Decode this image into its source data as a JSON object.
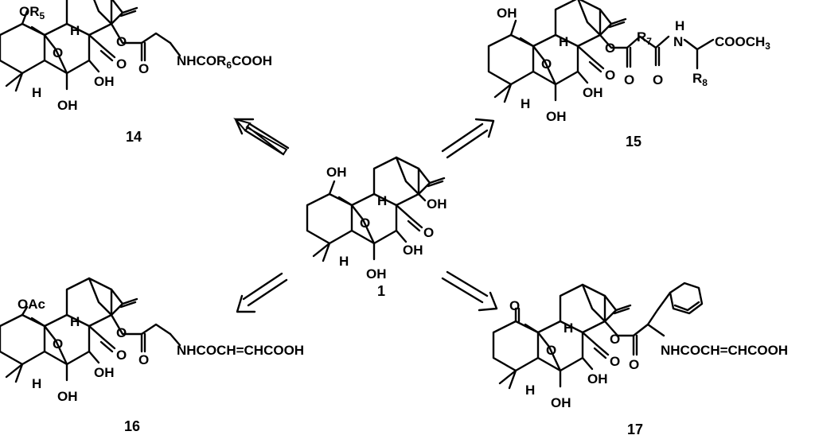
{
  "title": "",
  "compounds": [
    {
      "id": "14",
      "labels": {
        "or": "OR",
        "or_sub": "5",
        "h_top": "H",
        "o_bridge": "O",
        "o_carbonyl": "O",
        "o_ester": "O",
        "o_ester2": "O",
        "oh_a": "OH",
        "oh_b": "OH",
        "h_bottom": "H",
        "chain_head": "NHCOR",
        "chain_sub": "6",
        "chain_tail": "COOH"
      }
    },
    {
      "id": "15",
      "labels": {
        "oh_top": "OH",
        "h_top": "H",
        "o_bridge": "O",
        "o_carbonyl": "O",
        "o_ester": "O",
        "o_ester2": "O",
        "r7": "R",
        "r7_sub": "7",
        "amide_o": "O",
        "nh_n": "N",
        "nh_h": "H",
        "cooch3": "COOCH",
        "cooch3_sub": "3",
        "r8": "R",
        "r8_sub": "8",
        "oh_a": "OH",
        "oh_b": "OH",
        "h_bottom": "H"
      }
    },
    {
      "id": "1",
      "labels": {
        "oh_top": "OH",
        "h_top": "H",
        "oh_right": "OH",
        "o_bridge": "O",
        "o_carbonyl": "O",
        "oh_a": "OH",
        "oh_b": "OH",
        "h_bottom": "H"
      }
    },
    {
      "id": "16",
      "labels": {
        "oac": "OAc",
        "h_top": "H",
        "o_bridge": "O",
        "o_carbonyl": "O",
        "o_ester": "O",
        "o_ester2": "O",
        "oh_a": "OH",
        "oh_b": "OH",
        "h_bottom": "H",
        "chain": "NHCOCH=CHCOOH"
      }
    },
    {
      "id": "17",
      "labels": {
        "ketone": "O",
        "h_top": "H",
        "o_bridge": "O",
        "o_carbonyl": "O",
        "o_ester": "O",
        "o_ester2": "O",
        "oh_a": "OH",
        "oh_b": "OH",
        "h_bottom": "H",
        "chain": "NHCOCH=CHCOOH"
      }
    }
  ]
}
